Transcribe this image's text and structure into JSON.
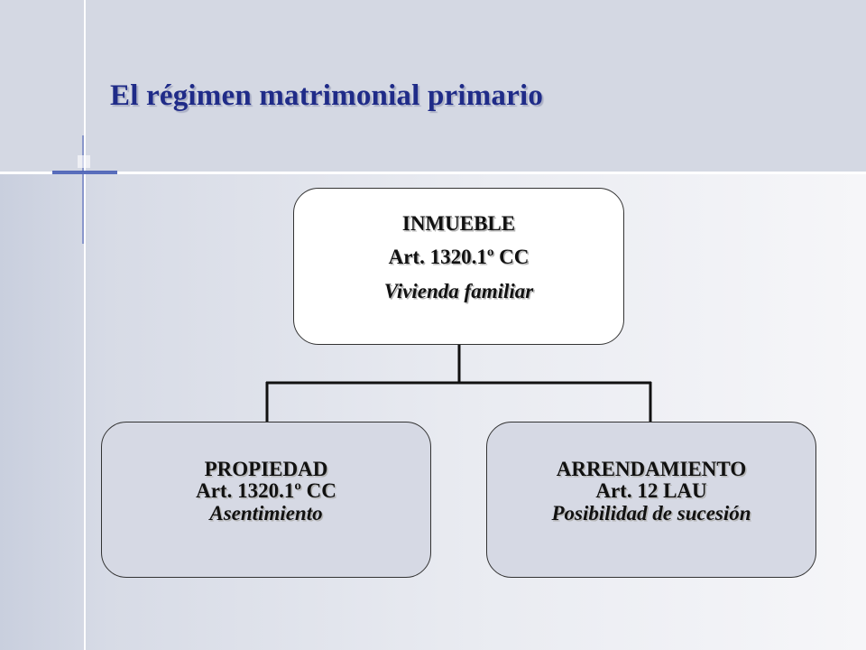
{
  "slide": {
    "title": "El régimen matrimonial primario"
  },
  "diagram": {
    "root": {
      "line1": "INMUEBLE",
      "line2": "Art. 1320.1º CC",
      "line3": "Vivienda familiar"
    },
    "children": [
      {
        "line1": "PROPIEDAD",
        "line2": "Art. 1320.1º CC",
        "line3": "Asentimiento"
      },
      {
        "line1": "ARRENDAMIENTO",
        "line2": "Art. 12 LAU",
        "line3": "Posibilidad de sucesión"
      }
    ]
  }
}
